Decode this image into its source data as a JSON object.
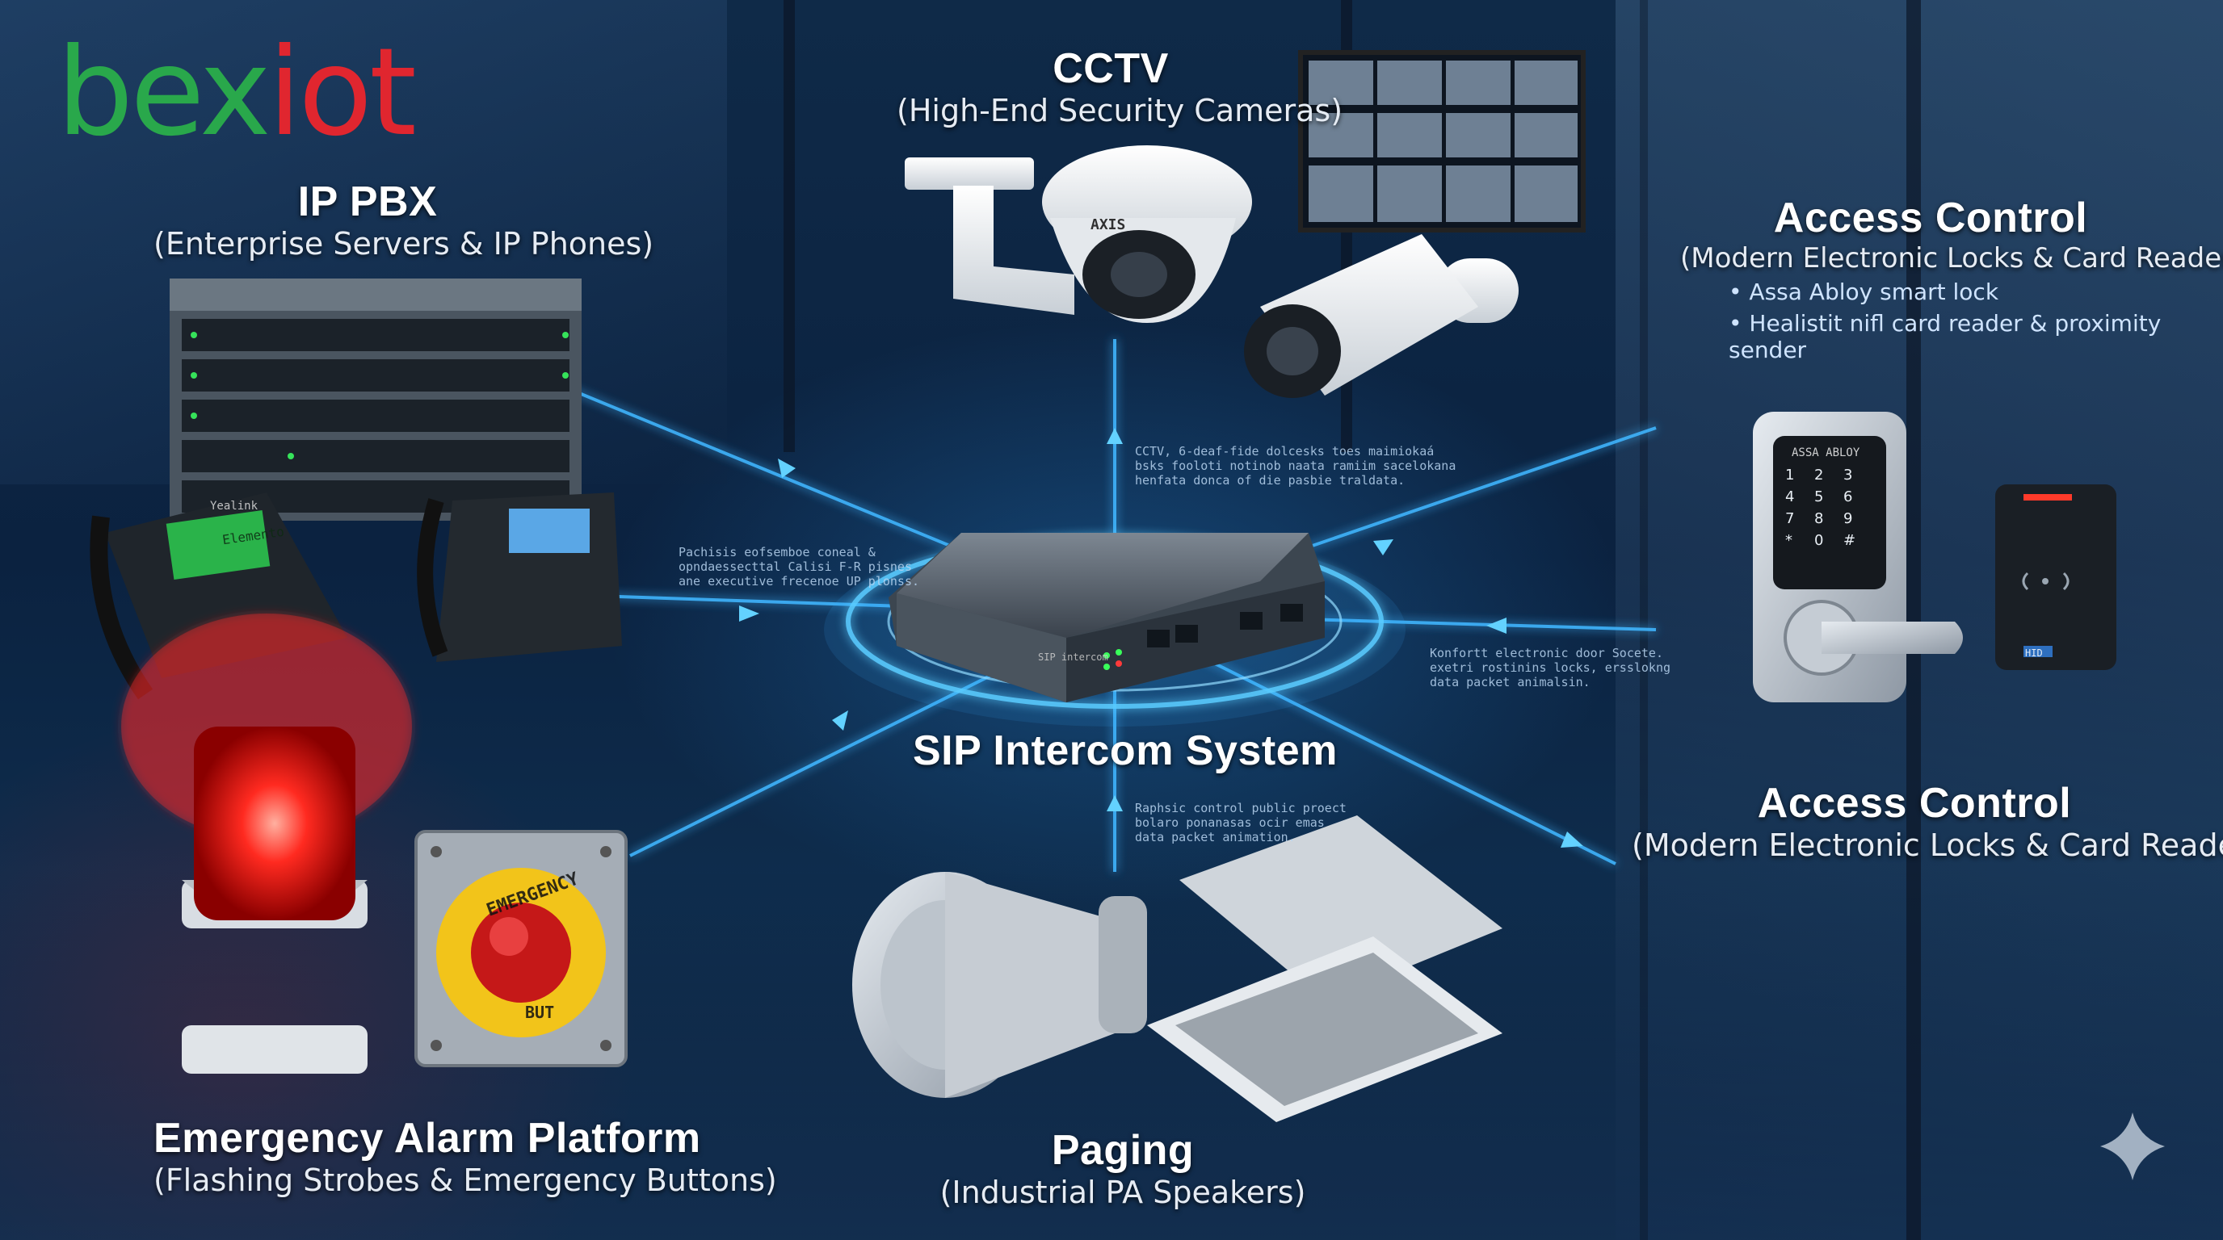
{
  "logo": {
    "part1": "bex",
    "part2": "iot"
  },
  "hub": {
    "title": "SIP Intercom System",
    "device_label": "SIP intercom"
  },
  "nodes": {
    "ip_pbx": {
      "title": "IP PBX",
      "subtitle": "(Enterprise Servers & IP Phones)",
      "phone_brand": "Yealink",
      "phone_screen": "Elemento"
    },
    "cctv": {
      "title": "CCTV",
      "subtitle": "(High-End Security Cameras)",
      "camera_brand": "AXIS"
    },
    "access_top": {
      "title": "Access Control",
      "subtitle": "(Modern Electronic Locks & Card Readers)",
      "bullets": [
        "• Assa Abloy smart lock",
        "• Healistit nifl card reader & proximity sender"
      ]
    },
    "access_right": {
      "title": "Access Control",
      "subtitle": "(Modern Electronic Locks & Card Readers)",
      "lock_brand": "ASSA ABLOY",
      "reader_brand": "HID"
    },
    "emergency": {
      "title": "Emergency Alarm Platform",
      "subtitle": "(Flashing Strobes & Emergency Buttons)",
      "button_text_top": "EMERGENCY",
      "button_text_bottom": "BUT"
    },
    "paging": {
      "title": "Paging",
      "subtitle": "(Industrial PA Speakers)"
    }
  },
  "keypad": [
    "1",
    "2",
    "3",
    "4",
    "5",
    "6",
    "7",
    "8",
    "9",
    "*",
    "0",
    "#"
  ],
  "annotations": {
    "cctv_note": [
      "CCTV, 6-deaf-fide dolcesks toes maimiokaá",
      "bsks fooloti notinob naata ramiim sacelokana",
      "henfata donca of die pasbie traldata."
    ],
    "pbx_note": [
      "Pachisis eofsemboe coneal &",
      "opndaessecttal Calisi F-R pisnes",
      "ane executive frecenoe UP plonss."
    ],
    "access_note": [
      "Konfortt electronic door Socete.",
      "exetri rostinins locks, ersslokng",
      "data packet animalsin."
    ],
    "paging_note": [
      "Raphsic control public proect",
      "bolaro ponanasas ocir emas",
      "data packet animation."
    ]
  },
  "colors": {
    "link": "#3fb6ff",
    "glow": "#63d2ff",
    "logo_green": "#29a84b",
    "logo_red": "#e0262f"
  }
}
